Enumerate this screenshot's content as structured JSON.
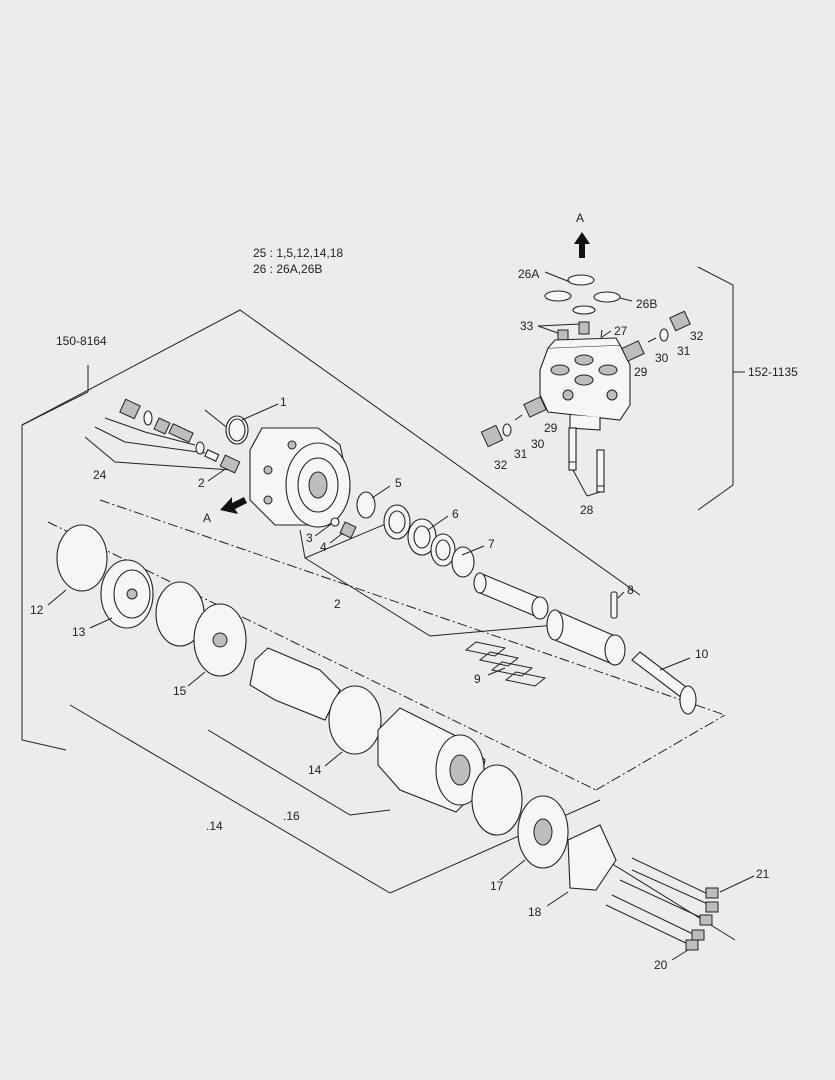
{
  "notes": {
    "line1": "25 : 1,5,12,14,18",
    "line2": "26 : 26A,26B"
  },
  "assemblies": {
    "main": "150-8164",
    "valve_block": "152-1135"
  },
  "arrows": {
    "top": "A",
    "side": "A"
  },
  "callouts": {
    "c1": "1",
    "c2a": "2",
    "c2b": "2",
    "c3": "3",
    "c4": "4",
    "c5": "5",
    "c6": "6",
    "c7": "7",
    "c8": "8",
    "c9": "9",
    "c10": "10",
    "c12": "12",
    "c13": "13",
    "c14a": "14",
    "c14b": ".14",
    "c15": "15",
    "c16": ".16",
    "c17": "17",
    "c18": "18",
    "c20": "20",
    "c21": "21",
    "c24": "24",
    "c26A": "26A",
    "c26B": "26B",
    "c27": "27",
    "c28": "28",
    "c29a": "29",
    "c29b": "29",
    "c30a": "30",
    "c30b": "30",
    "c31a": "31",
    "c31b": "31",
    "c32a": "32",
    "c32b": "32",
    "c33": "33"
  },
  "colors": {
    "background": "#ececec",
    "ink": "#222222"
  }
}
